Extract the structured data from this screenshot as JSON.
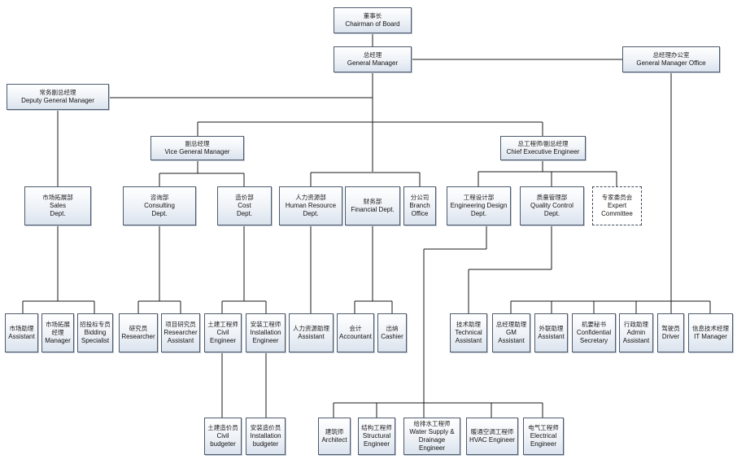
{
  "nodes": [
    {
      "id": "chairman",
      "zh": "董事长",
      "en": "Chairman of Board"
    },
    {
      "id": "gm",
      "zh": "总经理",
      "en": "General Manager"
    },
    {
      "id": "gm-office",
      "zh": "总经理办公室",
      "en": "General Manager Office"
    },
    {
      "id": "deputy-gm",
      "zh": "常务副总经理",
      "en": "Deputy General Manager"
    },
    {
      "id": "vice-gm",
      "zh": "副总经理",
      "en": "Vice General Manager"
    },
    {
      "id": "chief-engineer",
      "zh": "总工程师/副总经理",
      "en": "Chief Executive Engineer"
    },
    {
      "id": "sales-dept",
      "zh": "市场拓展部",
      "en": "Sales\nDept."
    },
    {
      "id": "consulting-dept",
      "zh": "咨询部",
      "en": "Consulting\nDept."
    },
    {
      "id": "cost-dept",
      "zh": "造价部",
      "en": "Cost\nDept."
    },
    {
      "id": "hr-dept",
      "zh": "人力资源部",
      "en": "Human Resource\nDept."
    },
    {
      "id": "financial-dept",
      "zh": "财务部",
      "en": "Financial Dept."
    },
    {
      "id": "branch-office",
      "zh": "分公司",
      "en": "Branch\nOffice"
    },
    {
      "id": "engineering-design-dept",
      "zh": "工程设计部",
      "en": "Engineering Design\nDept."
    },
    {
      "id": "quality-control-dept",
      "zh": "质量管理部",
      "en": "Quality Control\nDept."
    },
    {
      "id": "expert-committee",
      "zh": "专家委员会",
      "en": "Expert\nCommittee"
    },
    {
      "id": "market-assistant",
      "zh": "市场助理",
      "en": "Assistant"
    },
    {
      "id": "market-manager",
      "zh": "市场拓展\n经理",
      "en": "Manager"
    },
    {
      "id": "bidding-specialist",
      "zh": "招投标专员",
      "en": "Bidding\nSpecialist"
    },
    {
      "id": "researcher",
      "zh": "研究员",
      "en": "Researcher"
    },
    {
      "id": "researcher-assistant",
      "zh": "项目研究员",
      "en": "Researcher\nAssistant"
    },
    {
      "id": "civil-engineer",
      "zh": "土建工程师",
      "en": "Civil\nEngineer"
    },
    {
      "id": "installation-engineer",
      "zh": "安装工程师",
      "en": "Installation\nEngineer"
    },
    {
      "id": "hr-assistant",
      "zh": "人力资源助理",
      "en": "Assistant"
    },
    {
      "id": "accountant",
      "zh": "会计",
      "en": "Accountant"
    },
    {
      "id": "cashier",
      "zh": "出纳",
      "en": "Cashier"
    },
    {
      "id": "technical-assistant",
      "zh": "技术助理",
      "en": "Technical\nAssistant"
    },
    {
      "id": "gm-assistant",
      "zh": "总经理助理",
      "en": "GM\nAssistant"
    },
    {
      "id": "foreign-assistant",
      "zh": "外联助理",
      "en": "Assistant"
    },
    {
      "id": "confidential-secretary",
      "zh": "机要秘书",
      "en": "Confidential\nSecretary"
    },
    {
      "id": "admin-assistant",
      "zh": "行政助理",
      "en": "Admin\nAssistant"
    },
    {
      "id": "driver",
      "zh": "驾驶员",
      "en": "Driver"
    },
    {
      "id": "it-manager",
      "zh": "信息技术经理",
      "en": "IT Manager"
    },
    {
      "id": "civil-budgeter",
      "zh": "土建造价员",
      "en": "Civil\nbudgeter"
    },
    {
      "id": "installation-budgeter",
      "zh": "安装造价员",
      "en": "Installation\nbudgeter"
    },
    {
      "id": "architect",
      "zh": "建筑师",
      "en": "Architect"
    },
    {
      "id": "structural-engineer",
      "zh": "结构工程师",
      "en": "Structural\nEngineer"
    },
    {
      "id": "water-supply-engineer",
      "zh": "给排水工程师",
      "en": "Water Supply &\nDrainage Engineer"
    },
    {
      "id": "hvac-engineer",
      "zh": "暖通空调工程师",
      "en": "HVAC Engineer"
    },
    {
      "id": "electrical-engineer",
      "zh": "电气工程师",
      "en": "Electrical\nEngineer"
    }
  ]
}
